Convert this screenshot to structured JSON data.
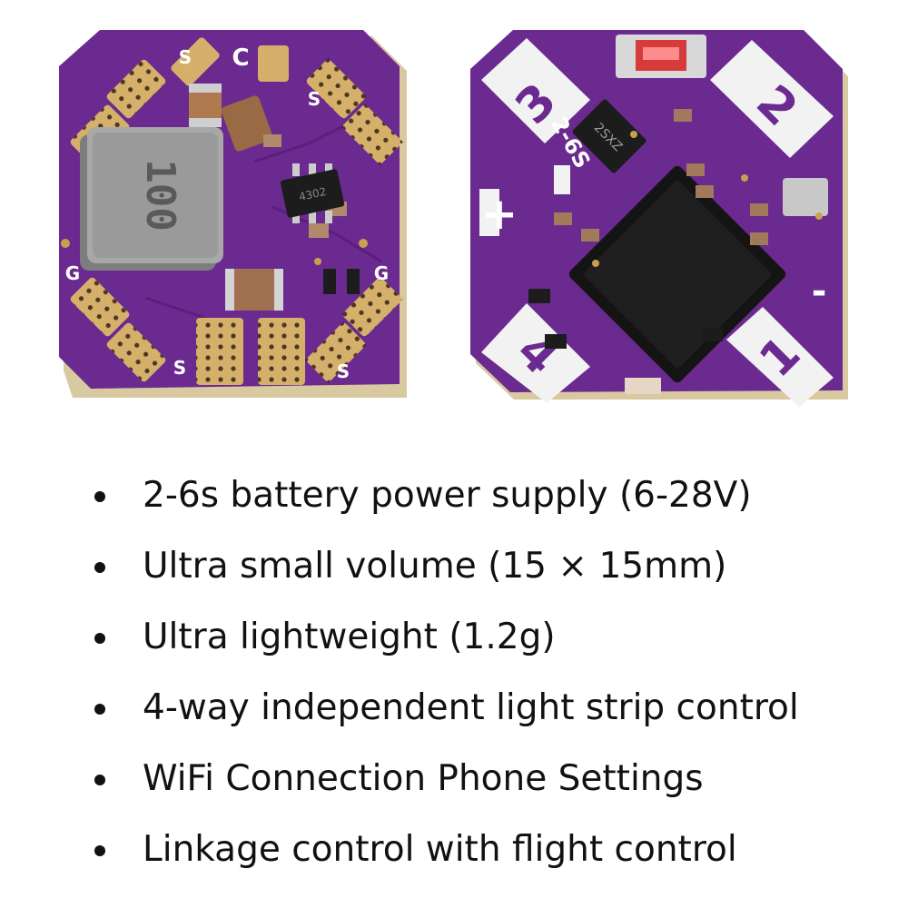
{
  "board_front": {
    "pad_labels": [
      "S",
      "C",
      "S",
      "G",
      "G",
      "S",
      "S"
    ],
    "inductor_marking": "100",
    "chip_marking": "4302"
  },
  "board_back": {
    "channel_numbers": [
      "1",
      "2",
      "3",
      "4"
    ],
    "voltage_label": "2-6S",
    "regulator_marking": "2SXZ",
    "polarity_plus": "+",
    "polarity_minus": "-"
  },
  "features": [
    "2-6s battery power supply (6-28V)",
    "Ultra small volume (15 × 15mm)",
    "Ultra lightweight (1.2g)",
    "4-way independent light strip control",
    "WiFi Connection Phone Settings",
    "Linkage control with flight control"
  ],
  "colors": {
    "pcb": "#6b2a8f",
    "pcb_dark": "#4e1a6b",
    "gold": "#d4b06a",
    "silkscreen": "#ffffff",
    "component_grey": "#9a9a9a",
    "chip_black": "#1c1c1c"
  }
}
